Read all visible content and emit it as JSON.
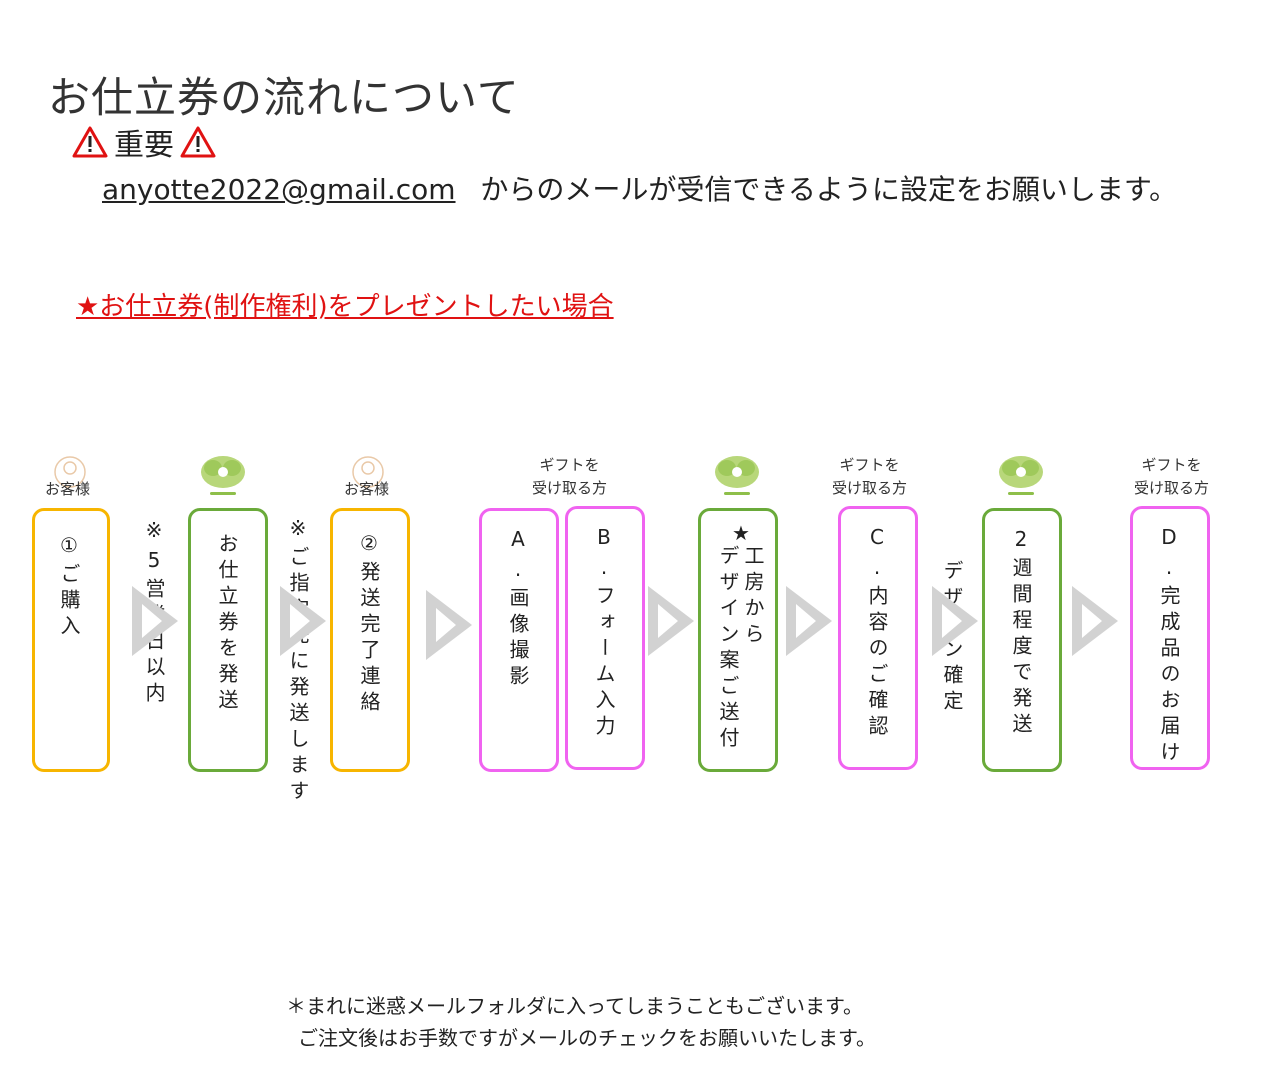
{
  "header": {
    "title": "お仕立券の流れについて",
    "important_label": "重要",
    "email": "anyotte2022@gmail.com",
    "email_notice": "からのメールが受信できるように設定をお願いします。"
  },
  "gift_link": "★お仕立券(制作権利)をプレゼントしたい場合",
  "captions": {
    "customer": "お客様",
    "gift_receiver_line1": "ギフトを",
    "gift_receiver_line2": "受け取る方"
  },
  "flow": {
    "step1": "①ご購入",
    "note1": "※5営業日以内",
    "step2": "お仕立券を発送",
    "note2": "※ご指定先に発送します",
    "step3": "②発送完了連絡",
    "stepA": "A.画像撮影",
    "stepB": "B.フォーム入力",
    "star_line1": "★",
    "star_line2": "デザイン案ご送付",
    "star_line3": "工房から",
    "stepC": "C.内容のご確認",
    "note3": "デザイン確定",
    "step4": "2週間程度で発送",
    "stepD": "D.完成品のお届け"
  },
  "footnote": {
    "line1": "＊まれに迷惑メールフォルダに入ってしまうこともございます。",
    "line2": "ご注文後はお手数ですがメールのチェックをお願いいたします。"
  },
  "colors": {
    "customer_box": "#f7b500",
    "shop_box": "#6aaa3a",
    "gift_box": "#f063f0",
    "arrow": "#d2d2d2",
    "link": "#e01212"
  },
  "icons": [
    "warning-icon",
    "person-icon",
    "shop-bush-icon",
    "arrow-right-icon"
  ]
}
